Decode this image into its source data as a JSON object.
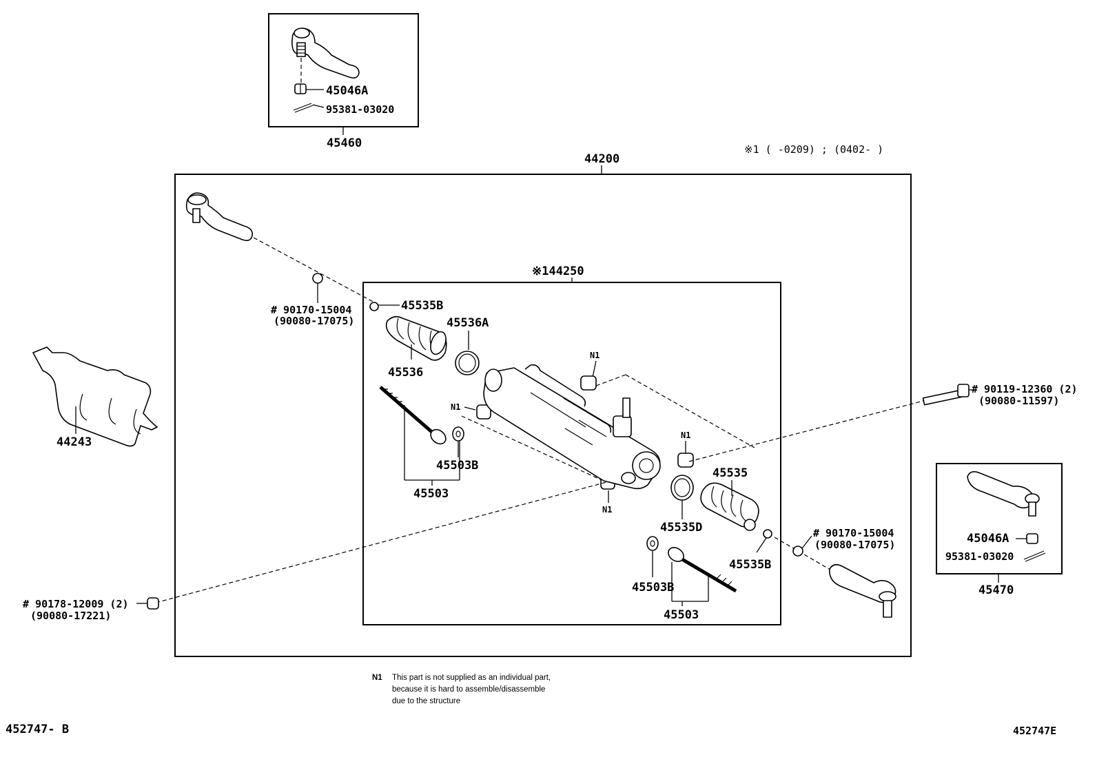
{
  "title_note": "※1 (      -0209) ; (0402-      )",
  "assembly": {
    "main": "44200",
    "sub": "※144250"
  },
  "labels": {
    "tie_end_left_box": "45460",
    "nut_a_top": "45046A",
    "pin_top": "95381-03020",
    "cover": "44243",
    "nut_left_1": "# 90170-15004",
    "nut_left_2": "(90080-17075)",
    "clip_left": "45535B",
    "boot_left": "45536",
    "band_left": "45536A",
    "tie_rod_left": "45503",
    "washer_left": "45503B",
    "n1_a": "N1",
    "n1_b": "N1",
    "n1_c": "N1",
    "n1_d": "N1",
    "boot_right": "45535",
    "band_right": "45535D",
    "clip_right": "45535B",
    "washer_right": "45503B",
    "tie_rod_right": "45503",
    "bolt_right_1": "# 90119-12360 (2)",
    "bolt_right_2": "(90080-11597)",
    "nut_right_1": "# 90170-15004",
    "nut_right_2": "(90080-17075)",
    "nut_bottom_1": "# 90178-12009 (2)",
    "nut_bottom_2": "(90080-17221)",
    "tie_end_right_box": "45470",
    "nut_a_right": "45046A",
    "pin_right": "95381-03020"
  },
  "footnote": {
    "code": "N1",
    "line1": "This part is not supplied as an individual part,",
    "line2": "because it is hard to assemble/disassemble",
    "line3": "due to the structure"
  },
  "diagram_ids": {
    "left": "452747- B",
    "right": "452747E"
  }
}
